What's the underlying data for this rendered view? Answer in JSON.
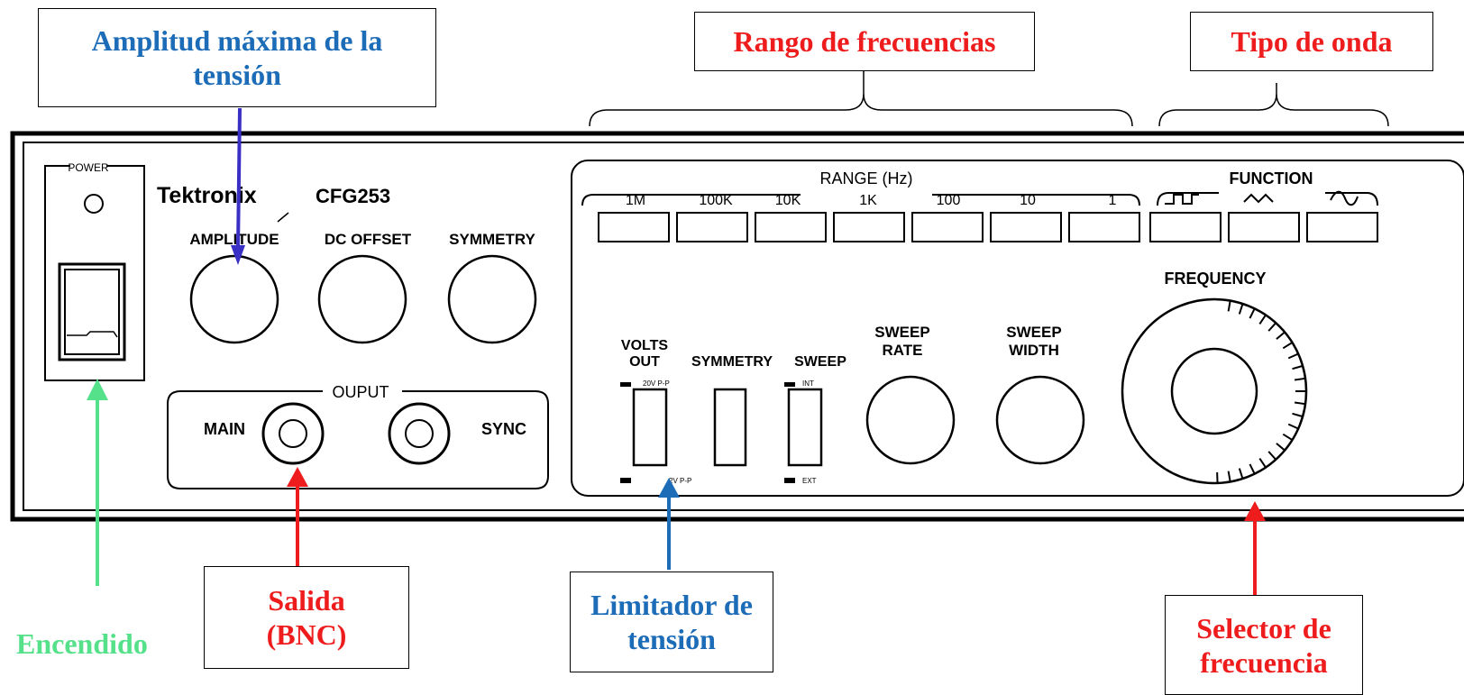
{
  "colors": {
    "red": "#ee1c1c",
    "blue": "#1c6cb8",
    "indigo": "#3a2fc4",
    "green": "#55e08a"
  },
  "callouts": {
    "amplitude": "Amplitud máxima de la tensión",
    "range": "Rango de frecuencias",
    "wave": "Tipo de onda",
    "output": "Salida (BNC)",
    "limiter": "Limitador de tensión",
    "selector": "Selector de frecuencia",
    "power_on": "Encendido"
  },
  "panel": {
    "power": "POWER",
    "brand": "Tektronix",
    "model": "CFG253",
    "amplitude": "AMPLITUDE",
    "dc_offset": "DC OFFSET",
    "symmetry_knob": "SYMMETRY",
    "output_title": "OUPUT",
    "main": "MAIN",
    "sync": "SYNC",
    "range_title": "RANGE (Hz)",
    "ranges": [
      "1M",
      "100K",
      "10K",
      "1K",
      "100",
      "10",
      "1"
    ],
    "function_title": "FUNCTION",
    "frequency": "FREQUENCY",
    "volts_out_1": "VOLTS",
    "volts_out_2": "OUT",
    "symmetry_switch": "SYMMETRY",
    "sweep_switch": "SWEEP",
    "sweep_rate_1": "SWEEP",
    "sweep_rate_2": "RATE",
    "sweep_width_1": "SWEEP",
    "sweep_width_2": "WIDTH",
    "vout_hi": "20V P-P",
    "vout_lo": "2V P-P",
    "sweep_on": "INT",
    "sweep_off": "EXT",
    "function_icons": [
      "square-wave-icon",
      "triangle-wave-icon",
      "sine-wave-icon"
    ]
  }
}
